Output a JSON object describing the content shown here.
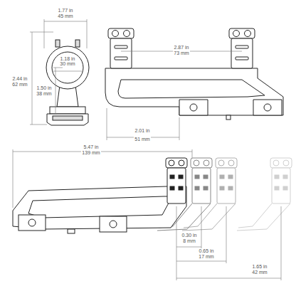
{
  "diagram": {
    "labels": [
      "1.77 in",
      "45 mm",
      "1.18 in",
      "30 mm",
      "2.44 in",
      "62 mm",
      "1.50 in",
      "38 mm",
      "2.87 in",
      "73 mm",
      "2.01 in",
      "51 mm",
      "5.47 in",
      "139 mm",
      "0.30 in",
      "8 mm",
      "0.65 in",
      "17 mm",
      "1.65 in",
      "42 mm"
    ]
  }
}
